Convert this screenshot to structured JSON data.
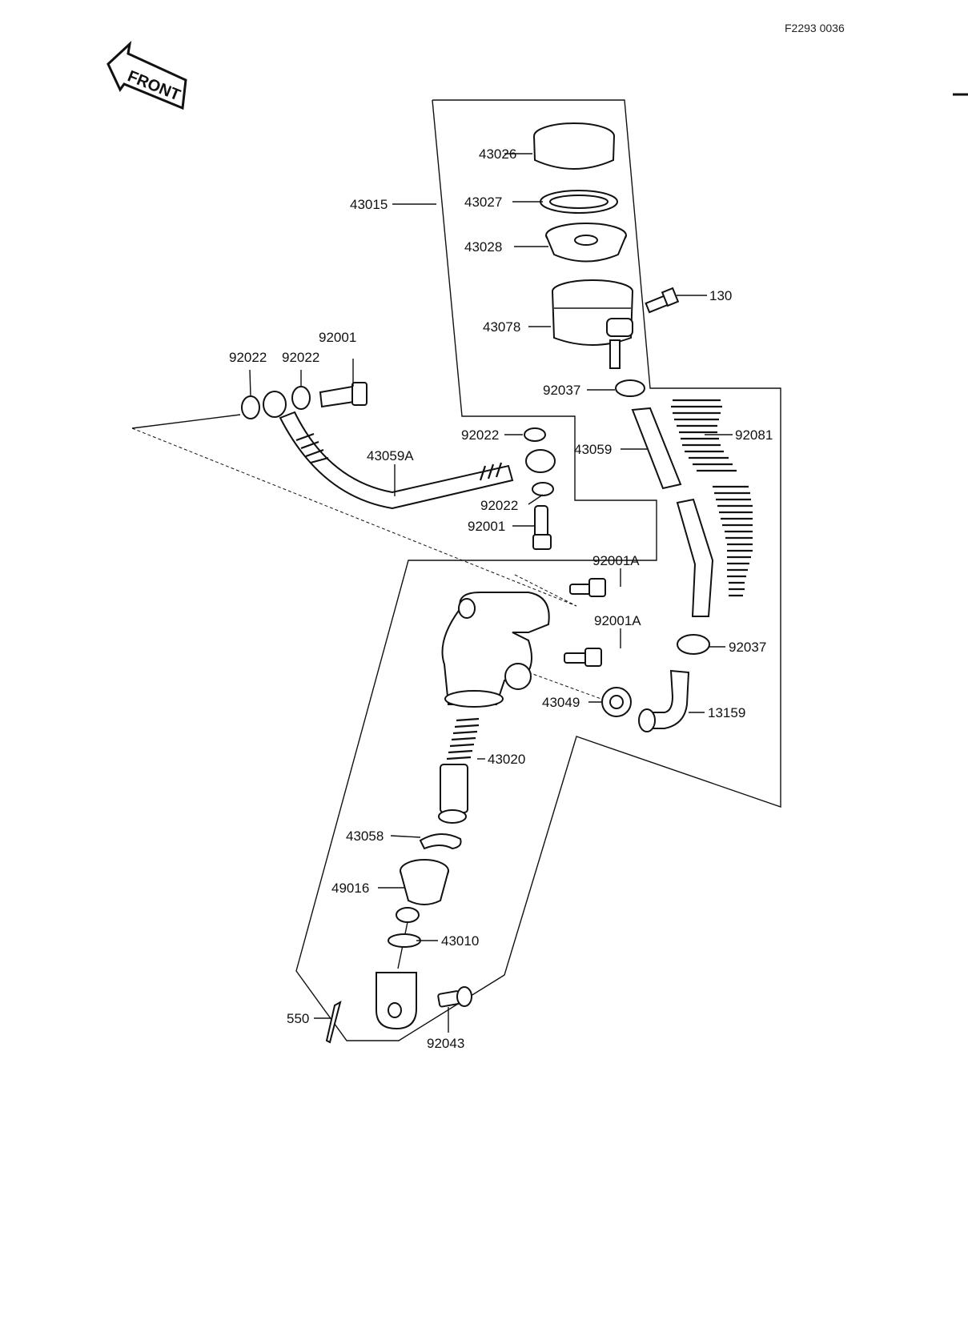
{
  "header": {
    "reference": "F2293 0036",
    "direction": "FRONT"
  },
  "parts": {
    "p43026": "43026",
    "p43027": "43027",
    "p43028": "43028",
    "p43015": "43015",
    "p130": "130",
    "p43078": "43078",
    "p92001_top": "92001",
    "p92022_a": "92022",
    "p92022_b": "92022",
    "p92037_top": "92037",
    "p92081": "92081",
    "p92022_c": "92022",
    "p43059": "43059",
    "p43059A": "43059A",
    "p92022_d": "92022",
    "p92001_mid": "92001",
    "p92001A_a": "92001A",
    "p92001A_b": "92001A",
    "p92037_bot": "92037",
    "p43049": "43049",
    "p13159": "13159",
    "p43020": "43020",
    "p43058": "43058",
    "p49016": "49016",
    "p43010": "43010",
    "p550": "550",
    "p92043": "92043"
  }
}
